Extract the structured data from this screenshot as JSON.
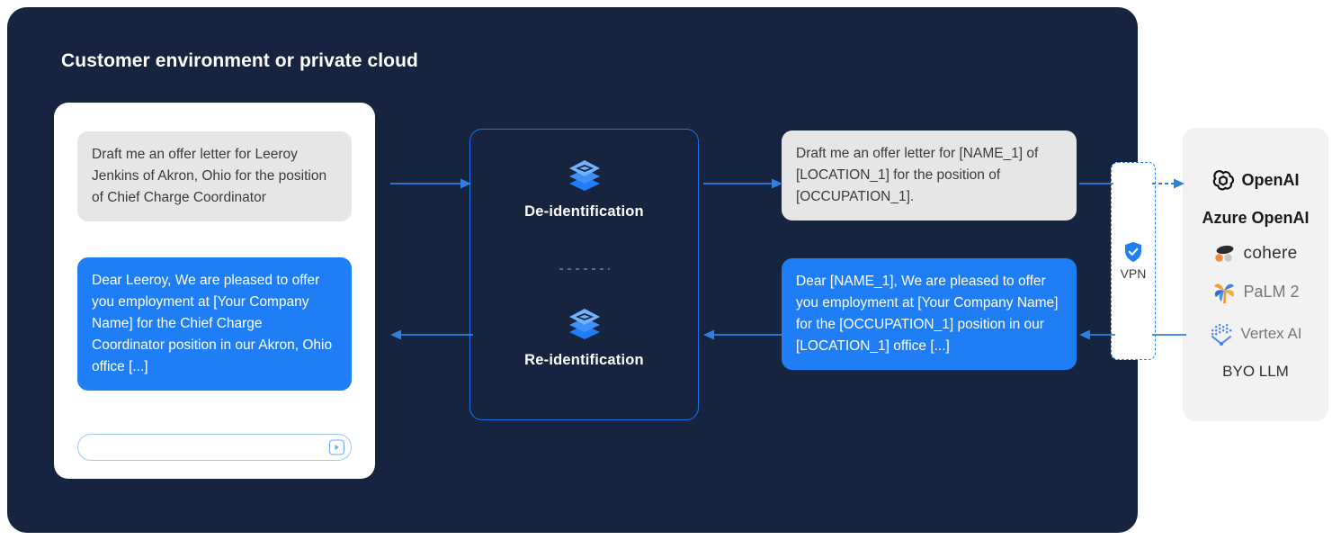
{
  "diagram": {
    "title": "Customer environment or private cloud",
    "accent_blue": "#1f7ef5",
    "panel_navy": "#17243f",
    "bubble_grey": "#e6e6e6"
  },
  "chat": {
    "prompt_bubble": "Draft me an offer letter for Leeroy Jenkins of Akron, Ohio for the position of Chief Charge Coordinator",
    "response_bubble": "Dear Leeroy, We are pleased to offer you employment at [Your Company Name] for the Chief Charge Coordinator position in our Akron, Ohio office [...]",
    "input_value": "",
    "input_placeholder": "",
    "send_icon": "send-play-icon"
  },
  "processing": {
    "deidentification_label": "De-identification",
    "reidentification_label": "Re-identification",
    "icon_name": "layers-stack-icon"
  },
  "deidentified": {
    "prompt_bubble": "Draft me an offer letter for [NAME_1] of [LOCATION_1] for the position of [OCCUPATION_1].",
    "response_bubble": "Dear [NAME_1], We are pleased to offer you employment at [Your Company Name] for the [OCCUPATION_1] position in our [LOCATION_1] office [...]"
  },
  "vpn": {
    "label": "VPN",
    "icon_name": "shield-check-icon"
  },
  "providers": [
    {
      "name": "OpenAI",
      "icon": "openai-logo-icon",
      "style": "bold"
    },
    {
      "name": "Azure OpenAI",
      "icon": "",
      "style": "bold"
    },
    {
      "name": "cohere",
      "icon": "cohere-logo-icon",
      "style": "dark"
    },
    {
      "name": "PaLM 2",
      "icon": "palm-logo-icon",
      "style": "grey"
    },
    {
      "name": "Vertex AI",
      "icon": "vertex-ai-logo-icon",
      "style": "grey"
    },
    {
      "name": "BYO LLM",
      "icon": "",
      "style": "dark"
    }
  ]
}
